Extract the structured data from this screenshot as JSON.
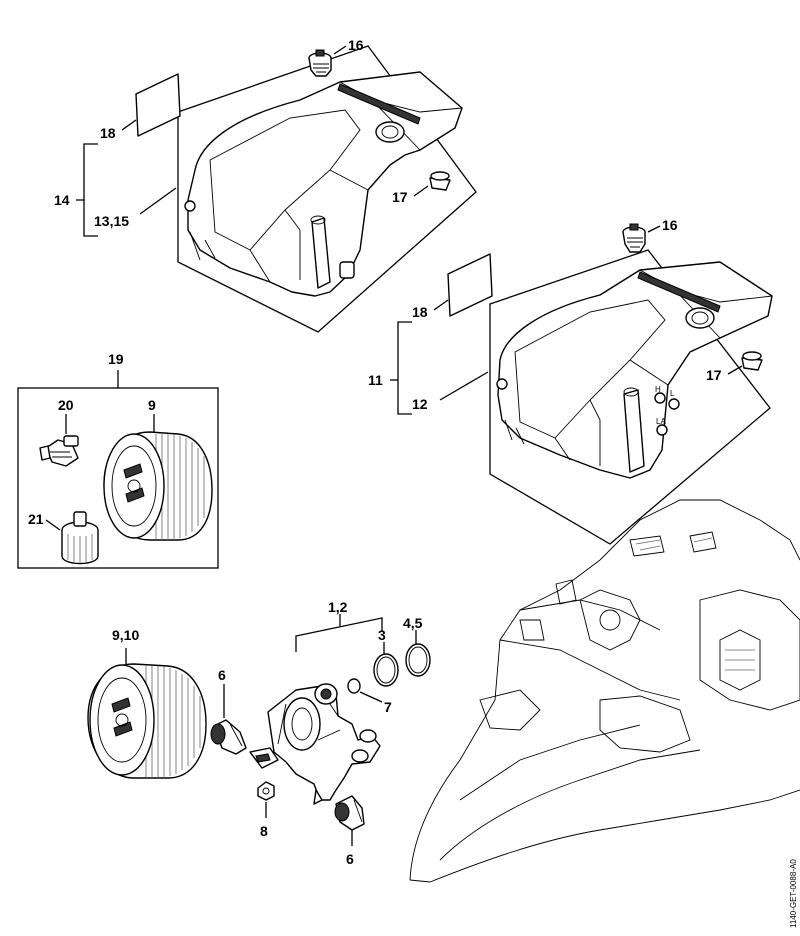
{
  "diagram": {
    "drawing_code": "1140-GET-0088-A0",
    "callouts": [
      {
        "id": "c16a",
        "text": "16"
      },
      {
        "id": "c18a",
        "text": "18"
      },
      {
        "id": "c14",
        "text": "14"
      },
      {
        "id": "c1315",
        "text": "13,15"
      },
      {
        "id": "c17a",
        "text": "17"
      },
      {
        "id": "c16b",
        "text": "16"
      },
      {
        "id": "c18b",
        "text": "18"
      },
      {
        "id": "c11",
        "text": "11"
      },
      {
        "id": "c12",
        "text": "12"
      },
      {
        "id": "c17b",
        "text": "17"
      },
      {
        "id": "c19",
        "text": "19"
      },
      {
        "id": "c20",
        "text": "20"
      },
      {
        "id": "c9",
        "text": "9"
      },
      {
        "id": "c21",
        "text": "21"
      },
      {
        "id": "c910",
        "text": "9,10"
      },
      {
        "id": "c12b",
        "text": "1,2"
      },
      {
        "id": "c3",
        "text": "3"
      },
      {
        "id": "c45",
        "text": "4,5"
      },
      {
        "id": "c6a",
        "text": "6"
      },
      {
        "id": "c7",
        "text": "7"
      },
      {
        "id": "c8",
        "text": "8"
      },
      {
        "id": "c6b",
        "text": "6"
      }
    ],
    "cover_labels": [
      "H",
      "L",
      "LA"
    ]
  }
}
